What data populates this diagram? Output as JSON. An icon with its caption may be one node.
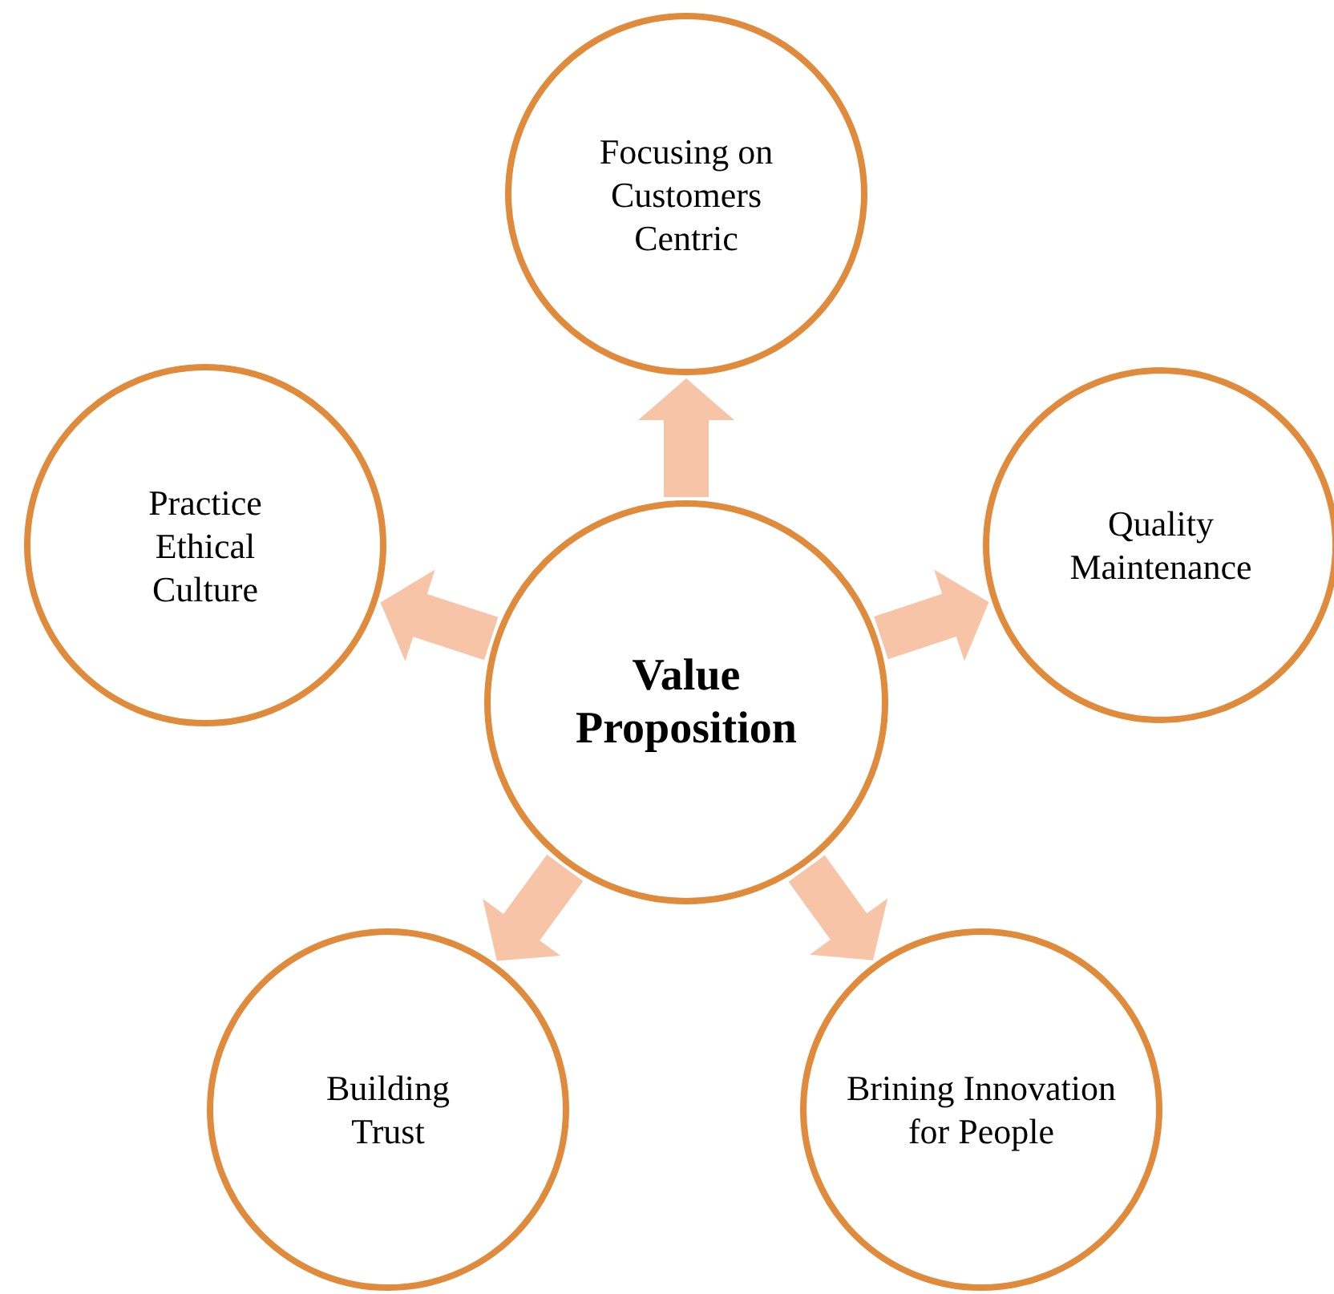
{
  "diagram": {
    "nodes": [
      {
        "text": [
          "Value Proposition"
        ]
      },
      {
        "text": [
          "Focusing on Customers Centric"
        ]
      },
      {
        "text": [
          "Quality Maintenance"
        ]
      },
      {
        "text": [
          "Brining Innovation for People"
        ]
      },
      {
        "text": [
          "Building Trust"
        ]
      },
      {
        "text": [
          "Practice Ethical Culture"
        ]
      }
    ],
    "edges": [
      {
        "from": 0,
        "to": 1,
        "arrow": "to"
      },
      {
        "from": 0,
        "to": 2,
        "arrow": "to"
      },
      {
        "from": 0,
        "to": 3,
        "arrow": "to"
      },
      {
        "from": 0,
        "to": 4,
        "arrow": "to"
      },
      {
        "from": 0,
        "to": 5,
        "arrow": "to"
      }
    ]
  }
}
